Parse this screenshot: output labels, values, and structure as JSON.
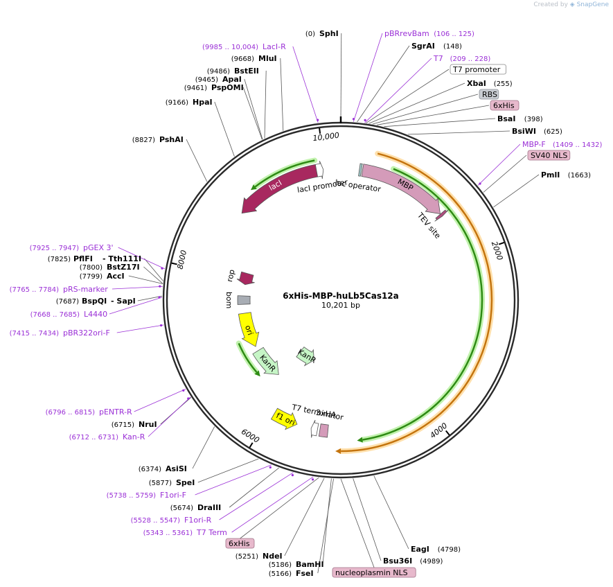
{
  "credit": {
    "created_by": "Created by",
    "brand": "SnapGene"
  },
  "plasmid": {
    "name": "6xHis-MBP-huLb5Cas12a",
    "length_label": "10,201 bp",
    "length": 10201
  },
  "ticks": [
    {
      "pos": 2000,
      "label": "2000"
    },
    {
      "pos": 4000,
      "label": "4000"
    },
    {
      "pos": 6000,
      "label": "6000"
    },
    {
      "pos": 8000,
      "label": "8000"
    },
    {
      "pos": 10000,
      "label": "10,000"
    }
  ],
  "enzymes": [
    {
      "name": "SphI",
      "pos": 0,
      "pos_label": "(0)"
    },
    {
      "name": "SgrAI",
      "pos": 148,
      "pos_label": "(148)"
    },
    {
      "name": "XbaI",
      "pos": 255,
      "pos_label": "(255)"
    },
    {
      "name": "BsaI",
      "pos": 398,
      "pos_label": "(398)"
    },
    {
      "name": "BsiWI",
      "pos": 625,
      "pos_label": "(625)"
    },
    {
      "name": "PmlI",
      "pos": 1663,
      "pos_label": "(1663)"
    },
    {
      "name": "EagI",
      "pos": 4798,
      "pos_label": "(4798)"
    },
    {
      "name": "Bsu36I",
      "pos": 4989,
      "pos_label": "(4989)"
    },
    {
      "name": "FseI",
      "pos": 5166,
      "pos_label": "(5166)"
    },
    {
      "name": "BamHI",
      "pos": 5186,
      "pos_label": "(5186)"
    },
    {
      "name": "NdeI",
      "pos": 5251,
      "pos_label": "(5251)"
    },
    {
      "name": "DraIII",
      "pos": 5674,
      "pos_label": "(5674)"
    },
    {
      "name": "SpeI",
      "pos": 5877,
      "pos_label": "(5877)"
    },
    {
      "name": "AsiSI",
      "pos": 6374,
      "pos_label": "(6374)"
    },
    {
      "name": "NruI",
      "pos": 6715,
      "pos_label": "(6715)"
    },
    {
      "name": "BspQI",
      "name2": "SapI",
      "pos": 7687,
      "pos_label": "(7687)"
    },
    {
      "name": "AccI",
      "pos": 7799,
      "pos_label": "(7799)"
    },
    {
      "name": "BstZ17I",
      "pos": 7800,
      "pos_label": "(7800)"
    },
    {
      "name": "PflFI",
      "name2": "Tth111I",
      "pos": 7825,
      "pos_label": "(7825)"
    },
    {
      "name": "PshAI",
      "pos": 8827,
      "pos_label": "(8827)"
    },
    {
      "name": "HpaI",
      "pos": 9166,
      "pos_label": "(9166)"
    },
    {
      "name": "PspOMI",
      "pos": 9461,
      "pos_label": "(9461)"
    },
    {
      "name": "ApaI",
      "pos": 9465,
      "pos_label": "(9465)"
    },
    {
      "name": "BstEII",
      "pos": 9486,
      "pos_label": "(9486)"
    },
    {
      "name": "MluI",
      "pos": 9668,
      "pos_label": "(9668)"
    }
  ],
  "primers": [
    {
      "name": "pBRrevBam",
      "range": "(106 .. 125)",
      "pos": 115
    },
    {
      "name": "T7",
      "range": "(209 .. 228)",
      "pos": 218
    },
    {
      "name": "MBP-F",
      "range": "(1409 .. 1432)",
      "pos": 1420
    },
    {
      "name": "F1ori-F",
      "range": "(5738 .. 5759)",
      "pos": 5748
    },
    {
      "name": "F1ori-R",
      "range": "(5528 .. 5547)",
      "pos": 5537
    },
    {
      "name": "T7 Term",
      "range": "(5343 .. 5361)",
      "pos": 5352
    },
    {
      "name": "pENTR-R",
      "range": "(6796 .. 6815)",
      "pos": 6805
    },
    {
      "name": "Kan-R",
      "range": "(6712 .. 6731)",
      "pos": 6721
    },
    {
      "name": "pGEX 3'",
      "range": "(7925 .. 7947)",
      "pos": 7936
    },
    {
      "name": "pRS-marker",
      "range": "(7765 .. 7784)",
      "pos": 7774
    },
    {
      "name": "L4440",
      "range": "(7668 .. 7685)",
      "pos": 7676
    },
    {
      "name": "pBR322ori-F",
      "range": "(7415 .. 7434)",
      "pos": 7424
    },
    {
      "name": "LacI-R",
      "range": "(9985 .. 10,004)",
      "pos": 9994
    }
  ],
  "feature_boxes": [
    {
      "name": "T7 promoter",
      "pos": 230,
      "fill": "#ffffff",
      "stroke": "#888888"
    },
    {
      "name": "RBS",
      "pos": 290,
      "fill": "#c9cdd3",
      "stroke": "#8a8f96"
    },
    {
      "name": "6xHis",
      "pos": 330,
      "fill": "#e7b9cc",
      "stroke": "#a07388"
    },
    {
      "name": "SV40 NLS",
      "pos": 1500,
      "fill": "#e7b9cc",
      "stroke": "#a07388"
    },
    {
      "name": "6xHis",
      "pos": 5300,
      "fill": "#e7b9cc",
      "stroke": "#a07388"
    },
    {
      "name": "nucleoplasmin NLS",
      "pos": 5100,
      "fill": "#e7b9cc",
      "stroke": "#a07388"
    }
  ],
  "features": [
    {
      "name": "lacI",
      "start": 8820,
      "end": 9900,
      "r": 190,
      "dir": -1,
      "color": "#a8285f",
      "text_color": "#ffffff"
    },
    {
      "name": "lacI promoter",
      "start": 9900,
      "end": 9985,
      "r": 190,
      "dir": 1,
      "color": "#ffffff",
      "text_color": "#000000"
    },
    {
      "name": "lac operator",
      "start": 230,
      "end": 255,
      "r": 190,
      "dir": 0,
      "color": "#9fc9c9",
      "text_color": "#000000"
    },
    {
      "name": "MBP",
      "start": 270,
      "end": 1390,
      "r": 190,
      "dir": 1,
      "color": "#d49bb9",
      "text_color": "#000000"
    },
    {
      "name": "TEV site",
      "start": 1395,
      "end": 1430,
      "r": 190,
      "dir": 1,
      "color": "#b04d7f",
      "text_color": "#000000"
    },
    {
      "name": "rop",
      "start": 7910,
      "end": 8100,
      "r": 140,
      "dir": -1,
      "color": "#a8285f",
      "text_color": "#000000"
    },
    {
      "name": "bom",
      "start": 7580,
      "end": 7720,
      "r": 140,
      "dir": 0,
      "color": "#a8adb4",
      "text_color": "#000000"
    },
    {
      "name": "ori",
      "start": 6840,
      "end": 7430,
      "r": 140,
      "dir": -1,
      "color": "#ffff00",
      "text_color": "#000000"
    },
    {
      "name": "KanR",
      "start": 6230,
      "end": 6760,
      "r": 140,
      "dir": -1,
      "color": "#c6f5c6",
      "text_color": "#000000"
    },
    {
      "name": "KanR",
      "start": 5780,
      "end": 6180,
      "r": 95,
      "dir": -1,
      "color": "#c6f5c6",
      "text_color": "#000000"
    },
    {
      "name": "f1 ori",
      "start": 5650,
      "end": 5960,
      "r": 190,
      "dir": -1,
      "color": "#ffff00",
      "text_color": "#000000"
    },
    {
      "name": "T7 terminator",
      "start": 5390,
      "end": 5470,
      "r": 190,
      "dir": 1,
      "color": "#ffffff",
      "text_color": "#000000"
    },
    {
      "name": "3xHA",
      "start": 5260,
      "end": 5360,
      "r": 190,
      "dir": 0,
      "color": "#d49bb9",
      "text_color": "#000000"
    }
  ],
  "orf_arcs": [
    {
      "start": 9900,
      "end": 9150,
      "r": 205,
      "color": "#2e8b14",
      "glow": "#b7f0a0"
    },
    {
      "start": 620,
      "end": 4850,
      "r": 204,
      "color": "#2e8b14",
      "glow": "#b7f0a0"
    },
    {
      "start": 7000,
      "end": 6500,
      "r": 160,
      "color": "#2e8b14",
      "glow": "#b7f0a0"
    },
    {
      "start": 400,
      "end": 5100,
      "r": 218,
      "color": "#c4740e",
      "glow": "#ffdb9e"
    }
  ]
}
